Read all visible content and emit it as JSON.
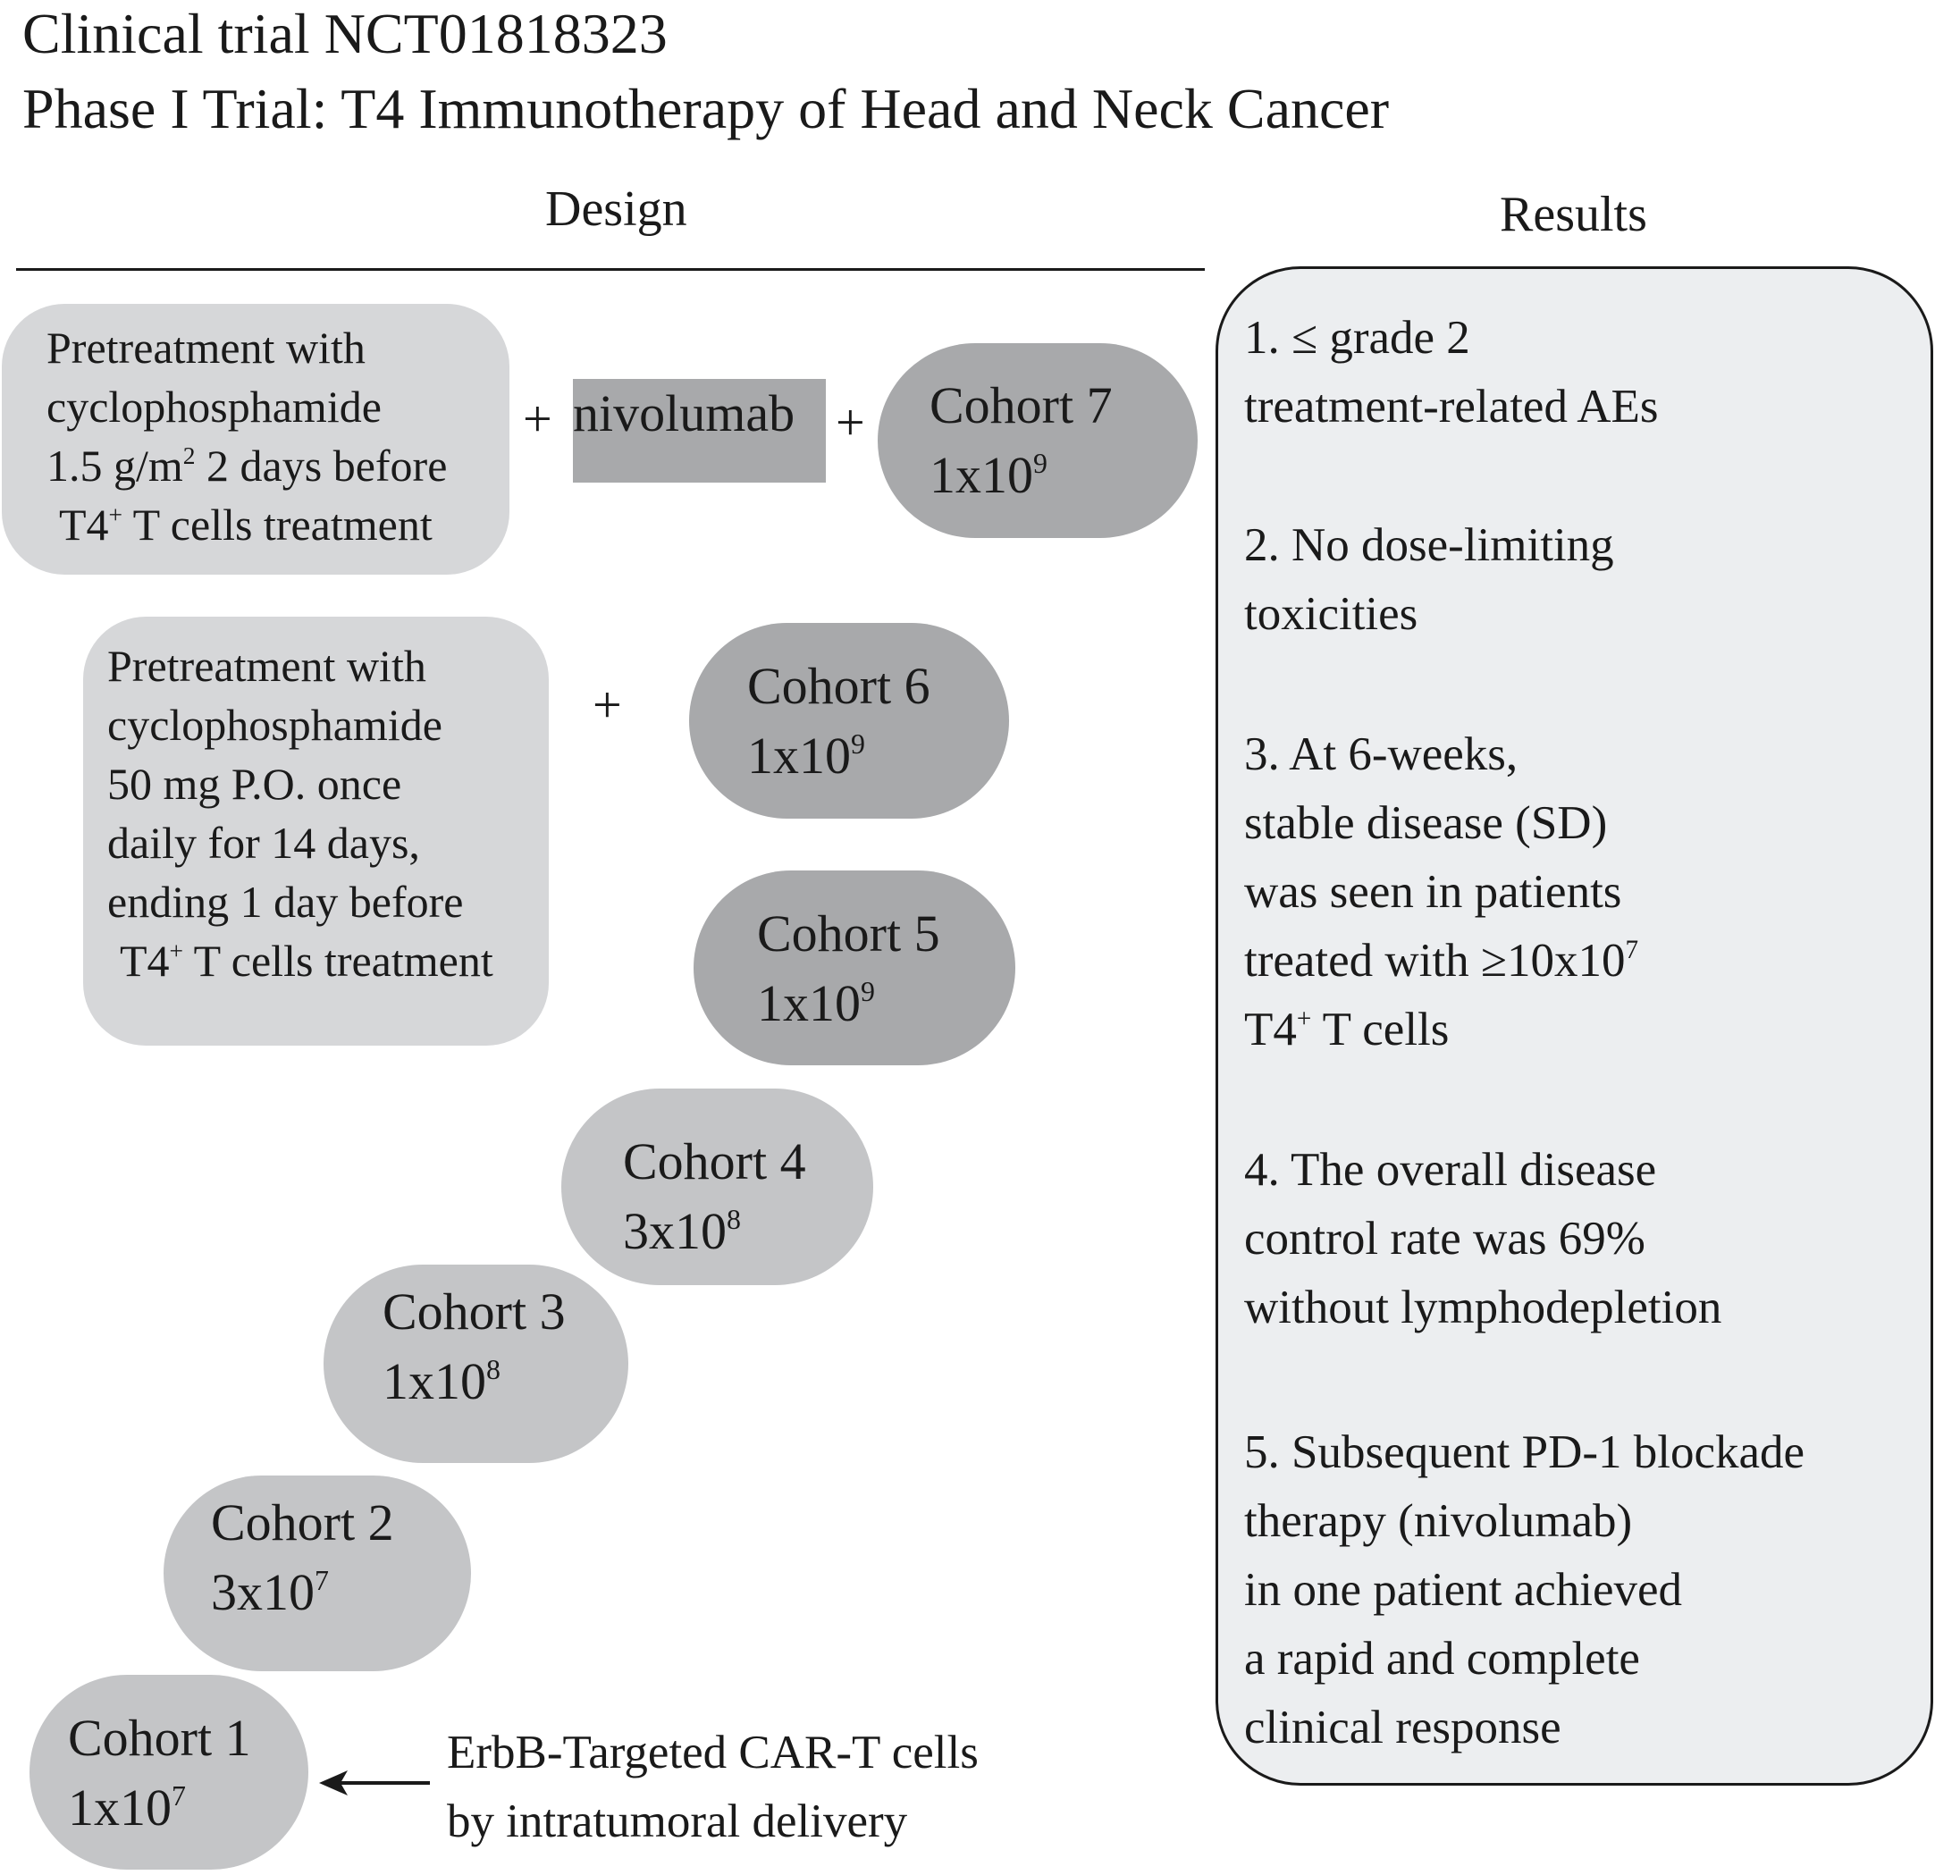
{
  "header": {
    "title_line1": "Clinical trial NCT01818323",
    "title_line2": "Phase I Trial: T4 Immunotherapy of Head and Neck Cancer",
    "design_label": "Design",
    "results_label": "Results"
  },
  "pretreatment_a": {
    "lines": [
      "Pretreatment with",
      "cyclophosphamide",
      "1.5 g/m",
      "T4",
      "T cells treatment"
    ],
    "line3_sup": "2",
    "line3_rest": " 2 days before",
    "line4_sup": "+"
  },
  "pretreatment_b": {
    "lines": [
      "Pretreatment with",
      "cyclophosphamide",
      "50 mg P.O. once",
      "daily for 14 days,",
      "ending 1 day before",
      "T4",
      " T cells treatment"
    ],
    "line6_sup": "+"
  },
  "nivolumab_label": "nivolumab",
  "plus_sign": "+",
  "cohorts": [
    {
      "name": "Cohort 1",
      "dose_base": "1x10",
      "dose_exp": "7"
    },
    {
      "name": "Cohort 2",
      "dose_base": "3x10",
      "dose_exp": "7"
    },
    {
      "name": "Cohort 3",
      "dose_base": "1x10",
      "dose_exp": "8"
    },
    {
      "name": "Cohort 4",
      "dose_base": "3x10",
      "dose_exp": "8"
    },
    {
      "name": "Cohort 5",
      "dose_base": "1x10",
      "dose_exp": "9"
    },
    {
      "name": "Cohort 6",
      "dose_base": "1x10",
      "dose_exp": "9"
    },
    {
      "name": "Cohort 7",
      "dose_base": "1x10",
      "dose_exp": "9"
    }
  ],
  "car_t_note": {
    "line1": "ErbB-Targeted CAR-T cells",
    "line2": "by intratumoral delivery"
  },
  "results": {
    "r1": [
      "1. ≤ grade 2",
      "treatment-related AEs"
    ],
    "r2": [
      "2. No dose-limiting",
      "toxicities"
    ],
    "r3": [
      "3. At 6-weeks,",
      "stable disease (SD)",
      "was seen in patients",
      "treated with ≥10x10",
      "T4",
      " T cells"
    ],
    "r3_sup_exp": "7",
    "r3_sup_plus": "+",
    "r4": [
      "4. The overall disease",
      "control rate was 69%",
      "without lymphodepletion"
    ],
    "r5": [
      "5. Subsequent PD-1 blockade",
      "therapy (nivolumab)",
      "in one patient achieved",
      "a rapid and complete",
      "clinical response"
    ]
  }
}
